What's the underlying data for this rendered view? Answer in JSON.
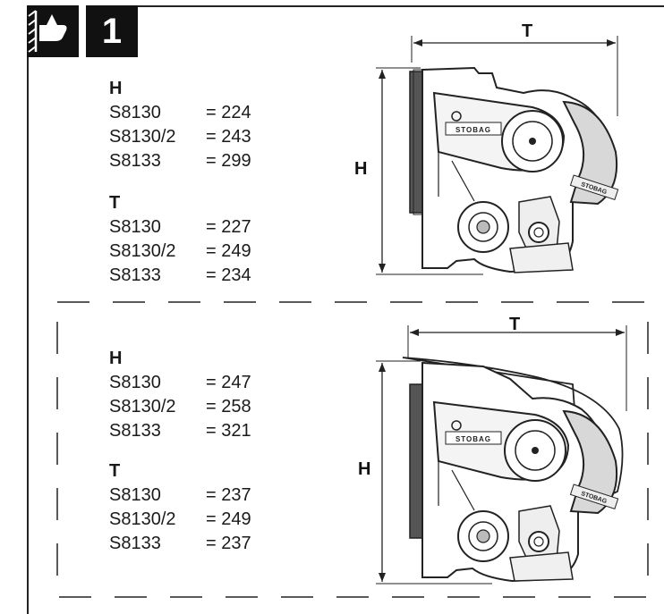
{
  "step": {
    "number": "1"
  },
  "sections": [
    {
      "H": {
        "heading": "H",
        "rows": [
          {
            "model": "S8130",
            "value": "= 224"
          },
          {
            "model": "S8130/2",
            "value": "= 243"
          },
          {
            "model": "S8133",
            "value": "= 299"
          }
        ]
      },
      "T": {
        "heading": "T",
        "rows": [
          {
            "model": "S8130",
            "value": "= 227"
          },
          {
            "model": "S8130/2",
            "value": "= 249"
          },
          {
            "model": "S8133",
            "value": "= 234"
          }
        ]
      },
      "figure": {
        "h_label": "H",
        "t_label": "T",
        "brand_label": "STOBAG"
      }
    },
    {
      "H": {
        "heading": "H",
        "rows": [
          {
            "model": "S8130",
            "value": "= 247"
          },
          {
            "model": "S8130/2",
            "value": "= 258"
          },
          {
            "model": "S8133",
            "value": "= 321"
          }
        ]
      },
      "T": {
        "heading": "T",
        "rows": [
          {
            "model": "S8130",
            "value": "= 237"
          },
          {
            "model": "S8130/2",
            "value": "= 249"
          },
          {
            "model": "S8133",
            "value": "= 237"
          }
        ]
      },
      "figure": {
        "h_label": "H",
        "t_label": "T",
        "brand_label": "STOBAG"
      }
    }
  ]
}
